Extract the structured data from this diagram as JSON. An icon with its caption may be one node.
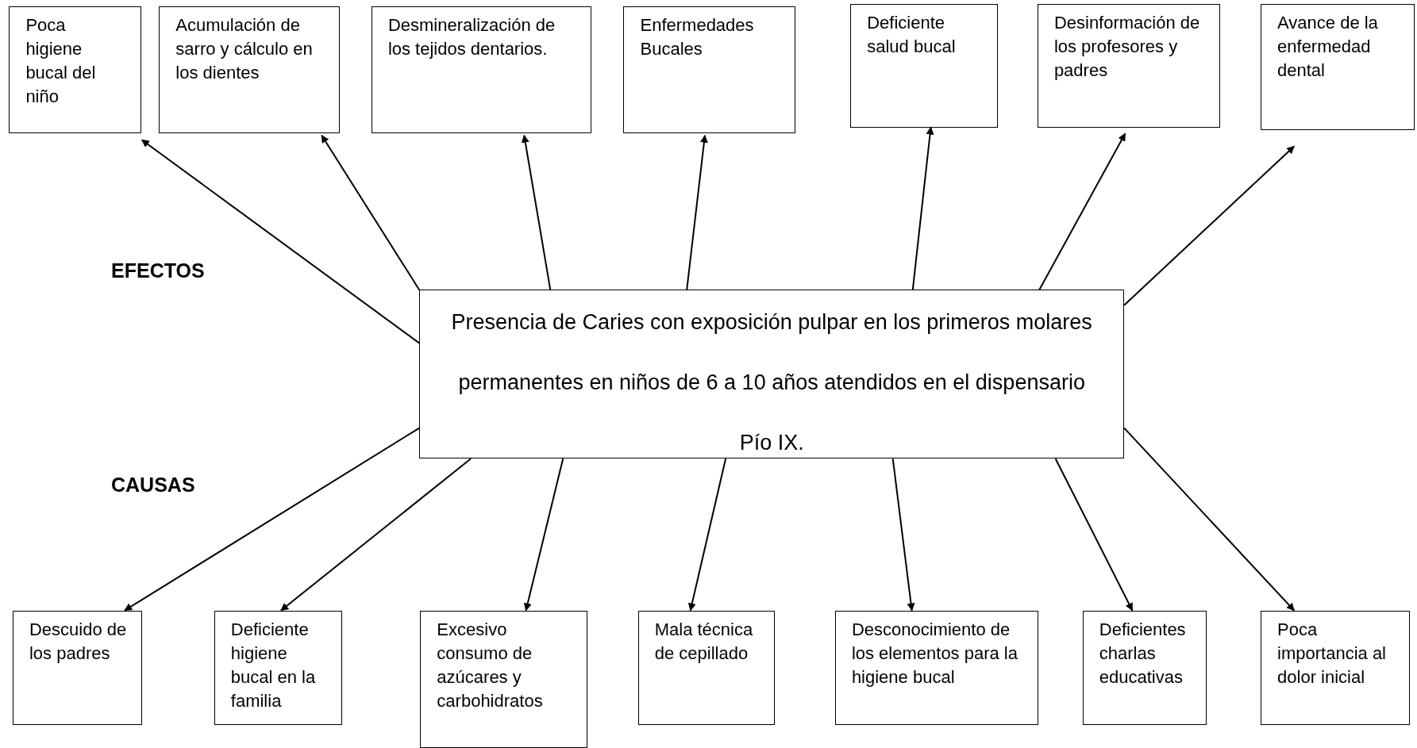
{
  "diagram": {
    "nodes": [
      {
        "text": [
          "Poca higiene bucal del niño"
        ]
      },
      {
        "text": [
          "Acumulación de sarro y cálculo en los dientes"
        ]
      },
      {
        "text": [
          "Desmineralización de los tejidos dentarios."
        ]
      },
      {
        "text": [
          "Enfermedades Bucales"
        ]
      },
      {
        "text": [
          "Deficiente salud bucal"
        ]
      },
      {
        "text": [
          "Desinformación de los profesores y padres"
        ]
      },
      {
        "text": [
          "Avance de la enfermedad dental"
        ]
      },
      {
        "text": [
          "Presencia de Caries con exposición pulpar en los primeros molares permanentes en niños de 6 a 10 años atendidos en el dispensario Pío IX."
        ]
      },
      {
        "text": [
          "Descuido de los padres"
        ]
      },
      {
        "text": [
          "Deficiente higiene bucal en la familia"
        ]
      },
      {
        "text": [
          "Excesivo consumo de azúcares y carbohidratos"
        ]
      },
      {
        "text": [
          "Mala técnica de cepillado"
        ]
      },
      {
        "text": [
          "Desconocimiento de los elementos para la higiene bucal"
        ]
      },
      {
        "text": [
          "Deficientes charlas educativas"
        ]
      },
      {
        "text": [
          "Poca importancia al dolor inicial"
        ]
      }
    ],
    "edges": [
      {
        "from": 7,
        "to": 0,
        "arrow": "to"
      },
      {
        "from": 7,
        "to": 1,
        "arrow": "to"
      },
      {
        "from": 7,
        "to": 2,
        "arrow": "to"
      },
      {
        "from": 7,
        "to": 3,
        "arrow": "to"
      },
      {
        "from": 7,
        "to": 4,
        "arrow": "to"
      },
      {
        "from": 7,
        "to": 5,
        "arrow": "to"
      },
      {
        "from": 7,
        "to": 6,
        "arrow": "to"
      },
      {
        "from": 7,
        "to": 8,
        "arrow": "to"
      },
      {
        "from": 7,
        "to": 9,
        "arrow": "to"
      },
      {
        "from": 7,
        "to": 10,
        "arrow": "to"
      },
      {
        "from": 7,
        "to": 11,
        "arrow": "to"
      },
      {
        "from": 7,
        "to": 12,
        "arrow": "to"
      },
      {
        "from": 7,
        "to": 13,
        "arrow": "to"
      },
      {
        "from": 7,
        "to": 14,
        "arrow": "to"
      }
    ],
    "labels": [
      "EFECTOS",
      "CAUSAS"
    ]
  }
}
